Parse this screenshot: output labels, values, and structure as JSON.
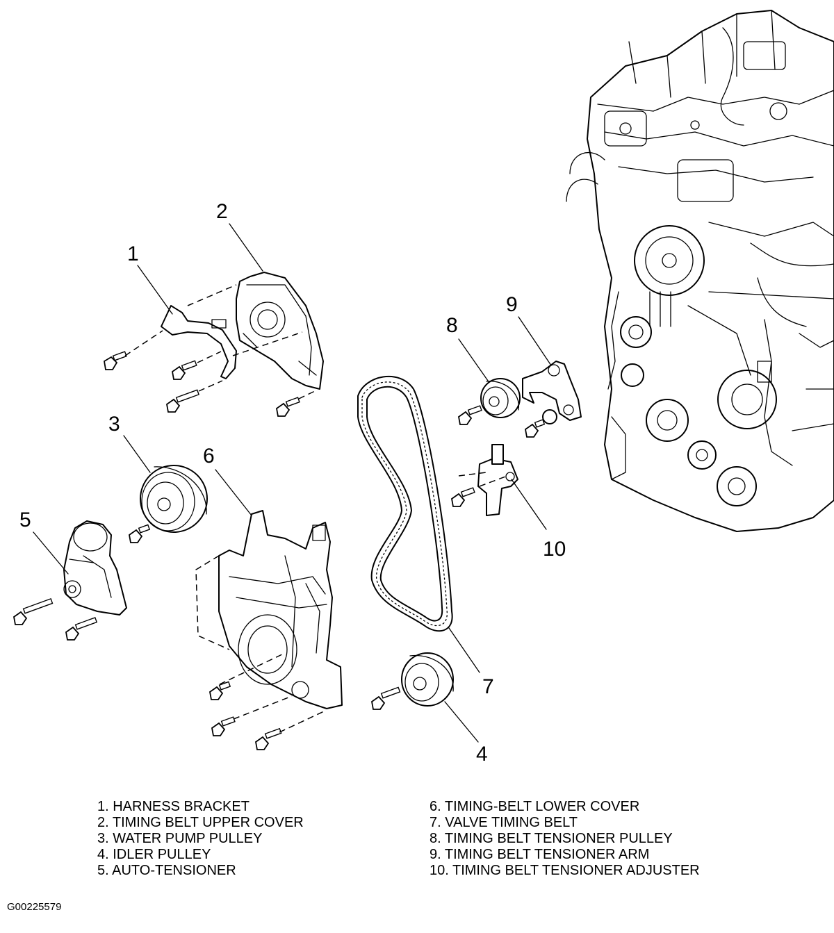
{
  "callouts": [
    "1",
    "2",
    "3",
    "4",
    "5",
    "6",
    "7",
    "8",
    "9",
    "10"
  ],
  "legend": {
    "left": [
      "1. HARNESS BRACKET",
      "2. TIMING BELT UPPER COVER",
      "3. WATER PUMP PULLEY",
      "4. IDLER PULLEY",
      "5. AUTO-TENSIONER"
    ],
    "right": [
      "6. TIMING-BELT LOWER COVER",
      "7. VALVE TIMING BELT",
      "8. TIMING BELT TENSIONER PULLEY",
      "9. TIMING BELT TENSIONER ARM",
      "10. TIMING BELT TENSIONER ADJUSTER"
    ]
  },
  "figure_code": "G00225579",
  "colors": {
    "line": "#000000",
    "background": "#ffffff"
  }
}
